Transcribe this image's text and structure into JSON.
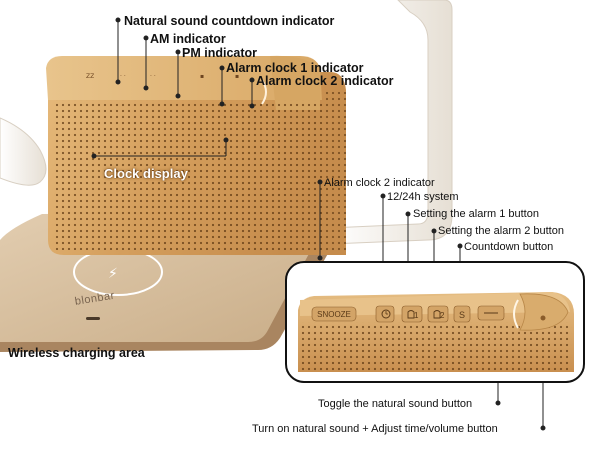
{
  "labels": {
    "natural_sound_countdown": "Natural sound countdown indicator",
    "am": "AM indicator",
    "pm": "PM indicator",
    "alarm1": "Alarm clock 1 indicator",
    "alarm2": "Alarm clock 2 indicator",
    "clock_display": "Clock display",
    "alarm2_small": "Alarm clock 2 indicator",
    "system_12_24": "12/24h system",
    "set_alarm1": "Setting the alarm 1 button",
    "set_alarm2": "Setting the alarm 2 button",
    "countdown": "Countdown button",
    "wireless": "Wireless charging area",
    "toggle_sound": "Toggle the natural sound button",
    "turn_on_sound": "Turn on natural sound + Adjust time/volume button"
  },
  "device": {
    "brand": "blonbar",
    "snooze": "SNOOZE",
    "btn_alarm1": "1",
    "btn_alarm2": "2",
    "btn_s": "S",
    "charging_symbol": "⚡"
  },
  "colors": {
    "wood_light": "#e0b370",
    "wood_dark": "#b57a3b",
    "pad_beige": "#d9c2a3",
    "frame_white": "#f4efe8",
    "callout_border": "#111111"
  },
  "icons": [
    "clock-icon",
    "bell-icon",
    "bell-icon",
    "wave-icon",
    "lightning-icon"
  ]
}
